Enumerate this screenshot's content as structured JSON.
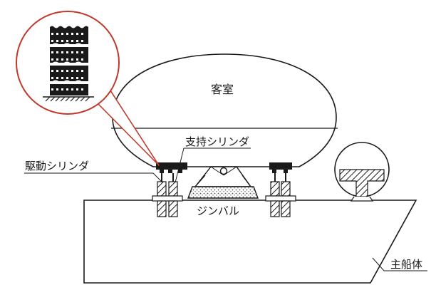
{
  "labels": {
    "cabin": "客室",
    "support_cylinder": "支持シリンダ",
    "drive_cylinder": "駆動シリンダ",
    "gimbal": "ジンバル",
    "main_hull": "主船体"
  },
  "colors": {
    "line": "#1a1a1a",
    "magnifier": "#c0392b",
    "paper": "#ffffff"
  }
}
